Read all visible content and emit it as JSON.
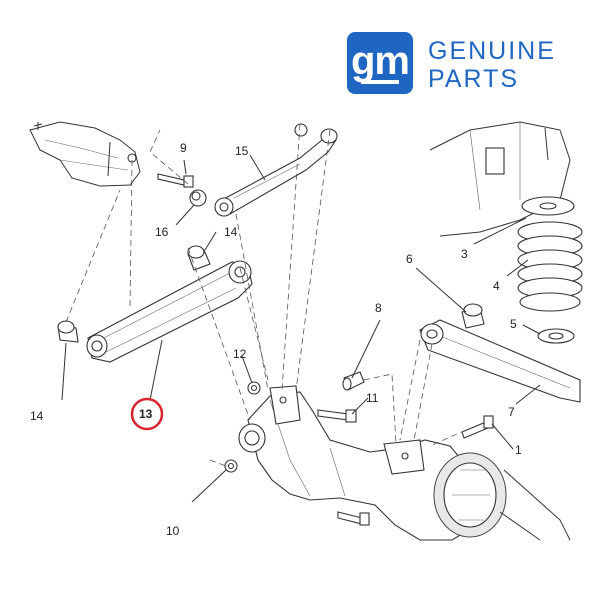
{
  "brand": {
    "logo_text": "gm",
    "line1": "GENUINE",
    "line2": "PARTS",
    "color": "#1f66c2"
  },
  "diagram": {
    "callouts": [
      {
        "id": "1",
        "label": "1"
      },
      {
        "id": "3",
        "label": "3"
      },
      {
        "id": "4",
        "label": "4"
      },
      {
        "id": "5",
        "label": "5"
      },
      {
        "id": "6",
        "label": "6"
      },
      {
        "id": "7",
        "label": "7"
      },
      {
        "id": "8",
        "label": "8"
      },
      {
        "id": "9",
        "label": "9"
      },
      {
        "id": "10",
        "label": "10"
      },
      {
        "id": "11",
        "label": "11"
      },
      {
        "id": "12",
        "label": "12"
      },
      {
        "id": "13",
        "label": "13",
        "highlighted": true
      },
      {
        "id": "14a",
        "label": "14"
      },
      {
        "id": "14b",
        "label": "14"
      },
      {
        "id": "15",
        "label": "15"
      },
      {
        "id": "16",
        "label": "16"
      }
    ],
    "highlight_color": "#d9232e"
  }
}
